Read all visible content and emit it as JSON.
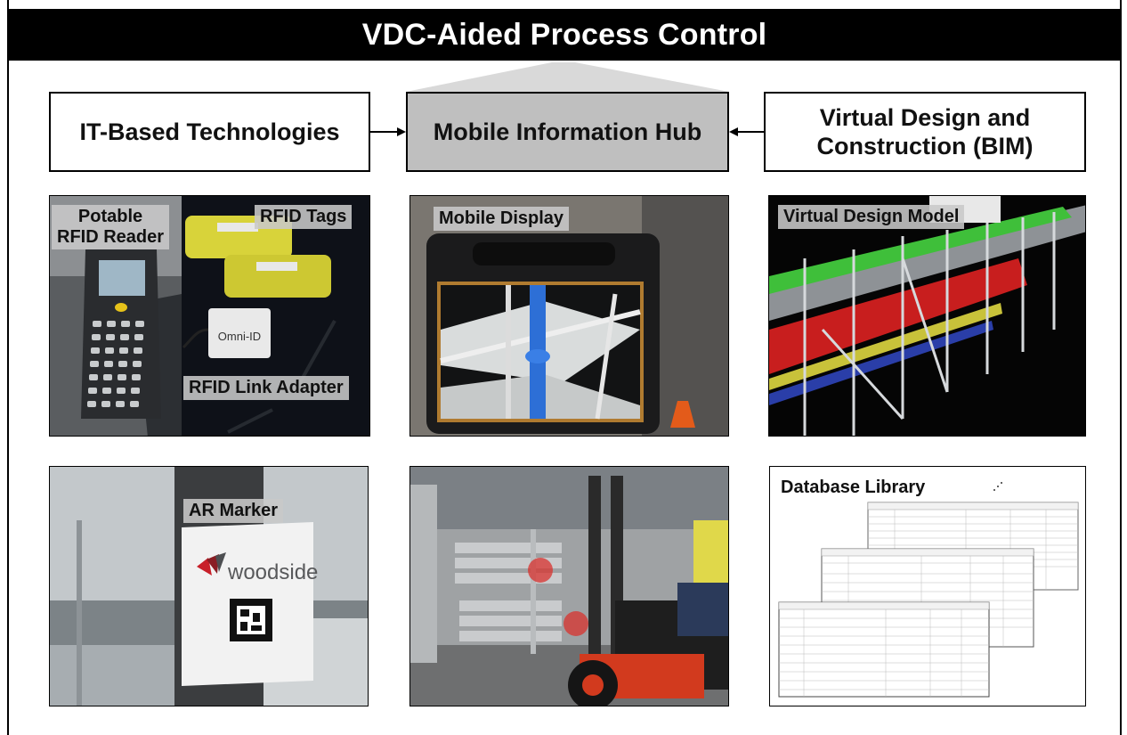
{
  "title": "VDC-Aided Process Control",
  "boxes": {
    "it": "IT-Based Technologies",
    "hub": "Mobile Information Hub",
    "vdc_line1": "Virtual Design and",
    "vdc_line2": "Construction (BIM)"
  },
  "panels": {
    "rfid_reader_line1": "Potable",
    "rfid_reader_line2": "RFID Reader",
    "rfid_tags": "RFID Tags",
    "rfid_link": "RFID Link Adapter",
    "omni_id": "Omni-ID",
    "mobile_display": "Mobile Display",
    "vd_model": "Virtual Design Model",
    "ar_marker": "AR Marker",
    "woodside": "woodside",
    "db_library": "Database Library"
  },
  "colors": {
    "title_bg": "#000000",
    "hub_bg": "#bfbfbf",
    "rfid_yellow": "#d8d33a",
    "ar_red": "#c8202a",
    "bim_green": "#33b833",
    "bim_red": "#c81e1e"
  }
}
